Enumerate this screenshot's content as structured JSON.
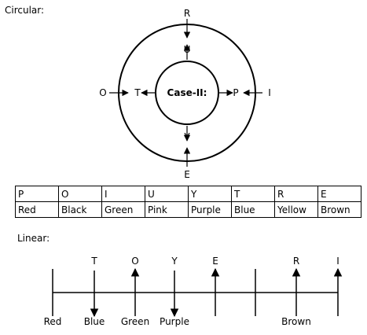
{
  "circular": {
    "heading": "Circular:",
    "center_label": "Case-II:",
    "outer": {
      "top": "R",
      "left": "O",
      "right": "I",
      "bottom": "E"
    },
    "inner": {
      "top": "U",
      "left": "T",
      "right": "P",
      "bottom": "Y"
    }
  },
  "table": {
    "letters": [
      "P",
      "O",
      "I",
      "U",
      "Y",
      "T",
      "R",
      "E"
    ],
    "colors": [
      "Red",
      "Black",
      "Green",
      "Pink",
      "Purple",
      "Blue",
      "Yellow",
      "Brown"
    ]
  },
  "linear": {
    "heading": "Linear:",
    "positions": [
      {
        "color": "Red",
        "letter": "",
        "direction": "none"
      },
      {
        "color": "Blue",
        "letter": "T",
        "direction": "down"
      },
      {
        "color": "Green",
        "letter": "O",
        "direction": "up"
      },
      {
        "color": "Purple",
        "letter": "Y",
        "direction": "down"
      },
      {
        "color": "",
        "letter": "E",
        "direction": "up"
      },
      {
        "color": "",
        "letter": "",
        "direction": "none"
      },
      {
        "color": "Brown",
        "letter": "R",
        "direction": "up"
      },
      {
        "color": "",
        "letter": "I",
        "direction": "up"
      }
    ]
  }
}
